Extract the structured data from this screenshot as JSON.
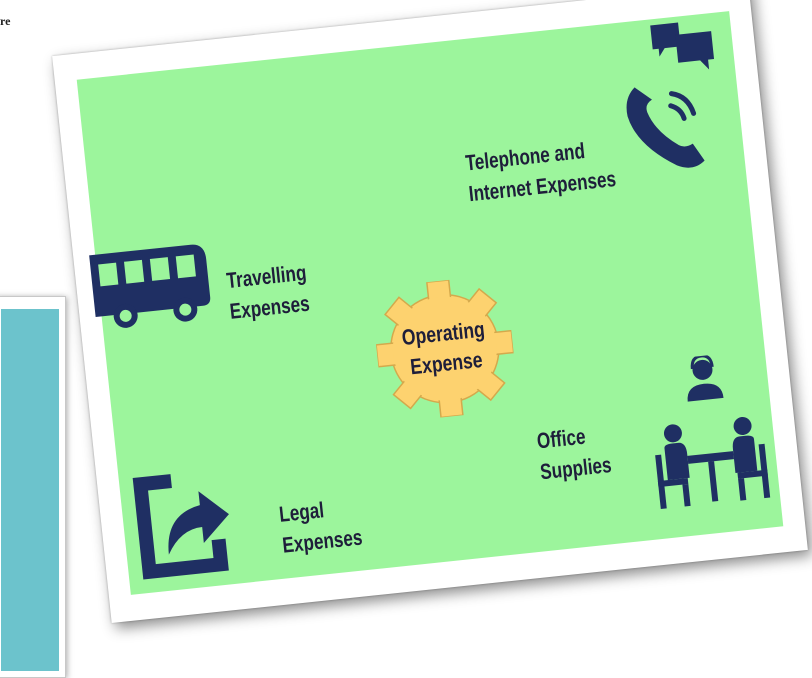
{
  "header": {
    "corner_text": "re"
  },
  "diagram": {
    "center": {
      "line1": "Operating",
      "line2": "Expense"
    },
    "items": [
      {
        "line1": "Travelling",
        "line2": "Expenses"
      },
      {
        "line1": "Telephone and",
        "line2": "Internet Expenses"
      },
      {
        "line1": "Legal",
        "line2": "Expenses"
      },
      {
        "line1": "Office",
        "line2": "Supplies"
      }
    ]
  },
  "icons": [
    "bus-icon",
    "chat-bubbles-icon",
    "telephone-icon",
    "share-arrow-icon",
    "meeting-people-icon"
  ],
  "colors": {
    "panel_bg": "#9cf59c",
    "gear_fill": "#fdd26f",
    "icon_navy": "#1f2f63",
    "text_dark": "#1e1e3a",
    "side_card_teal": "#6cc3cc"
  }
}
